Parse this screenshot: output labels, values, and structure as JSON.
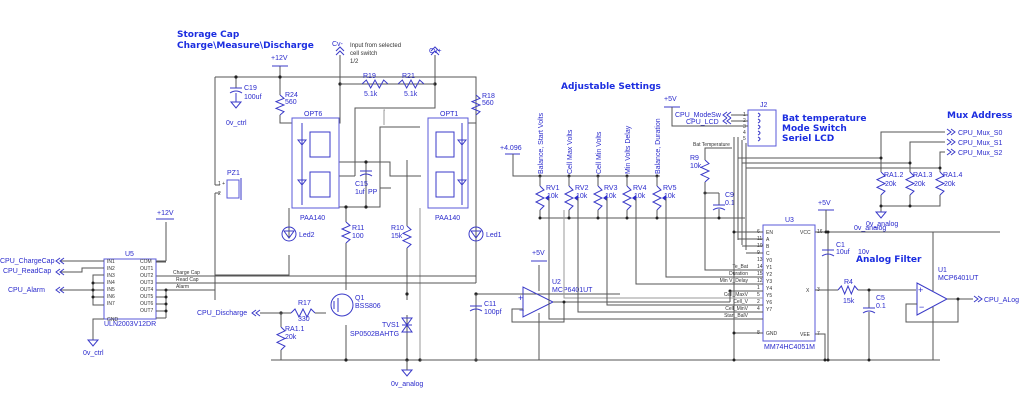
{
  "headings": {
    "storage_line1": "Storage Cap",
    "storage_line2": "Charge\\Measure\\Discharge",
    "adjustable": "Adjustable Settings",
    "mux": "Mux Address",
    "analog_filter": "Analog Filter",
    "j2_line1": "Bat temperature",
    "j2_line2": "Mode Switch",
    "j2_line3": "Seriel LCD"
  },
  "notes": {
    "input_note_1": "Input from selected",
    "input_note_2": "cell switch",
    "input_note_3": "1/2"
  },
  "rails": {
    "p12v": "+12V",
    "p5v": "+5V",
    "p4096": "+4.096",
    "cv_minus": "Cv-",
    "cv_plus": "Cv+",
    "gnd_ctrl": "0v_ctrl",
    "gnd_analog": "0v_analog"
  },
  "ports": {
    "charge_cap": "CPU_ChargeCap",
    "read_cap": "CPU_ReadCap",
    "alarm": "CPU_Alarm",
    "discharge": "CPU_Discharge",
    "mode_sw": "CPU_ModeSw",
    "lcd": "CPU_LCD",
    "mux_s0": "CPU_Mux_S0",
    "mux_s1": "CPU_Mux_S1",
    "mux_s2": "CPU_Mux_S2",
    "alog": "CPU_ALog"
  },
  "components": {
    "c19": {
      "ref": "C19",
      "value": "100uf"
    },
    "r24": {
      "ref": "R24",
      "value": "560"
    },
    "r19": {
      "ref": "R19",
      "value": "5.1k"
    },
    "r21": {
      "ref": "R21",
      "value": "5.1k"
    },
    "r18": {
      "ref": "R18",
      "value": "560"
    },
    "opt6": {
      "ref": "OPT6",
      "value": "PAA140"
    },
    "opt1": {
      "ref": "OPT1",
      "value": "PAA140"
    },
    "c15": {
      "ref": "C15",
      "value": "1uf",
      "extra": "PP"
    },
    "pz1": {
      "ref": "PZ1"
    },
    "led2": {
      "ref": "Led2"
    },
    "led1": {
      "ref": "Led1"
    },
    "r11": {
      "ref": "R11",
      "value": "100"
    },
    "r10": {
      "ref": "R10",
      "value": "15k"
    },
    "u5": {
      "ref": "U5",
      "value": "ULN2003V12DR",
      "pins_left": [
        "IN1",
        "IN2",
        "IN3",
        "IN4",
        "IN5",
        "IN6",
        "IN7",
        "GND"
      ],
      "pins_right": [
        "COM",
        "OUT1",
        "OUT2",
        "OUT3",
        "OUT4",
        "OUT5",
        "OUT6",
        "OUT7"
      ]
    },
    "q1": {
      "ref": "Q1",
      "value": "BSS806"
    },
    "r17": {
      "ref": "R17",
      "value": "330"
    },
    "ra11": {
      "ref": "RA1.1",
      "value": "20k"
    },
    "tvs1": {
      "ref": "TVS1",
      "value": "SP0502BAHTG"
    },
    "c11": {
      "ref": "C11",
      "value": "100pf"
    },
    "u2": {
      "ref": "U2",
      "value": "MCP6401UT"
    },
    "rv1": {
      "ref": "RV1",
      "value": "10k",
      "label": "Balance, Start Volts"
    },
    "rv2": {
      "ref": "RV2",
      "value": "10k",
      "label": "Cell Max Volts"
    },
    "rv3": {
      "ref": "RV3",
      "value": "10k",
      "label": "Cell Min Volts"
    },
    "rv4": {
      "ref": "RV4",
      "value": "10k",
      "label": "Min Volts Delay"
    },
    "rv5": {
      "ref": "RV5",
      "value": "10k",
      "label": "Balance, Duration"
    },
    "r9": {
      "ref": "R9",
      "value": "10k"
    },
    "c9": {
      "ref": "C9",
      "value": "0.1"
    },
    "j2": {
      "ref": "J2",
      "pins": [
        "1",
        "2",
        "3",
        "4",
        "5"
      ]
    },
    "u3": {
      "ref": "U3",
      "value": "MM74HC4051M",
      "pins_left": [
        "EN",
        "A",
        "B",
        "C",
        "Y0",
        "Y1",
        "Y2",
        "Y3",
        "Y4",
        "Y5",
        "Y6",
        "Y7",
        "GND"
      ],
      "pin_nums_left": [
        "6",
        "11",
        "10",
        "9",
        "13",
        "14",
        "15",
        "12",
        "1",
        "5",
        "2",
        "4",
        "8"
      ],
      "pins_right": [
        "VCC",
        "X",
        "VEE"
      ],
      "pin_nums_right": [
        "16",
        "3",
        "7"
      ]
    },
    "c1": {
      "ref": "C1",
      "value": "10uf",
      "extra": "10v"
    },
    "r4": {
      "ref": "R4",
      "value": "15k"
    },
    "c5": {
      "ref": "C5",
      "value": "0.1"
    },
    "u1": {
      "ref": "U1",
      "value": "MCP6401UT"
    },
    "ra12": {
      "ref": "RA1.2",
      "value": "20k"
    },
    "ra13": {
      "ref": "RA1.3",
      "value": "20k"
    },
    "ra14": {
      "ref": "RA1.4",
      "value": "20k"
    }
  },
  "net_labels": {
    "charge_cap": "Charge Cap",
    "read_cap": "Read Cap",
    "alarm": "Alarm",
    "bat_temp": "Bat Temperature",
    "te_bat": "Te_Bat",
    "duration": "Duration",
    "min_v_delay": "Min V_Delay",
    "cell_maxv": "Cell_MaxV",
    "cell_v": "Cell_V",
    "cell_minv": "Cell_MinV",
    "start_balv": "Start_BalV"
  }
}
